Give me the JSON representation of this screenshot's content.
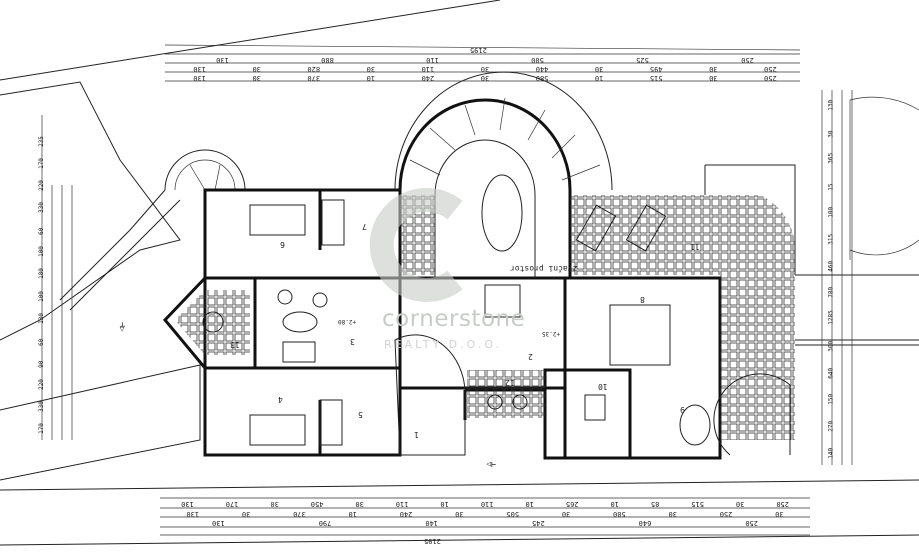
{
  "plan": {
    "air_space_label": "zračni prostor",
    "rooms": [
      "1",
      "2",
      "3",
      "4",
      "5",
      "6",
      "7",
      "8",
      "9",
      "10",
      "11",
      "12",
      "13"
    ],
    "levels": [
      "+2.80",
      "+2.35"
    ]
  },
  "watermark": {
    "brand": "cornerstone",
    "sub": "REALTY D.O.O.",
    "accent": "#c8ccc8"
  },
  "dimensions": {
    "top_total": "2195",
    "top_row1": [
      "130",
      "880",
      "110",
      "500",
      "525",
      "250"
    ],
    "top_row2": [
      "130",
      "30",
      "820",
      "30",
      "110",
      "30",
      "440",
      "30",
      "495",
      "30",
      "250"
    ],
    "top_row3": [
      "130",
      "30",
      "370",
      "10",
      "240",
      "30",
      "580",
      "10",
      "515",
      "30",
      "250"
    ],
    "bottom_row1": [
      "130",
      "170",
      "30",
      "450",
      "30",
      "110",
      "10",
      "110",
      "10",
      "265",
      "10",
      "85",
      "515",
      "30",
      "250"
    ],
    "bottom_row2": [
      "130",
      "30",
      "370",
      "10",
      "240",
      "30",
      "505",
      "30",
      "580",
      "30",
      "250",
      "30"
    ],
    "bottom_row3": [
      "130",
      "790",
      "140",
      "245",
      "640",
      "250"
    ],
    "bottom_total": "2195",
    "left": [
      "235",
      "170",
      "220",
      "330",
      "60",
      "100",
      "180",
      "100",
      "130",
      "60",
      "90",
      "220",
      "330",
      "170"
    ],
    "right": [
      "130",
      "30",
      "365",
      "15",
      "100",
      "315",
      "460",
      "780",
      "1285",
      "300",
      "640",
      "150",
      "270",
      "140"
    ]
  }
}
